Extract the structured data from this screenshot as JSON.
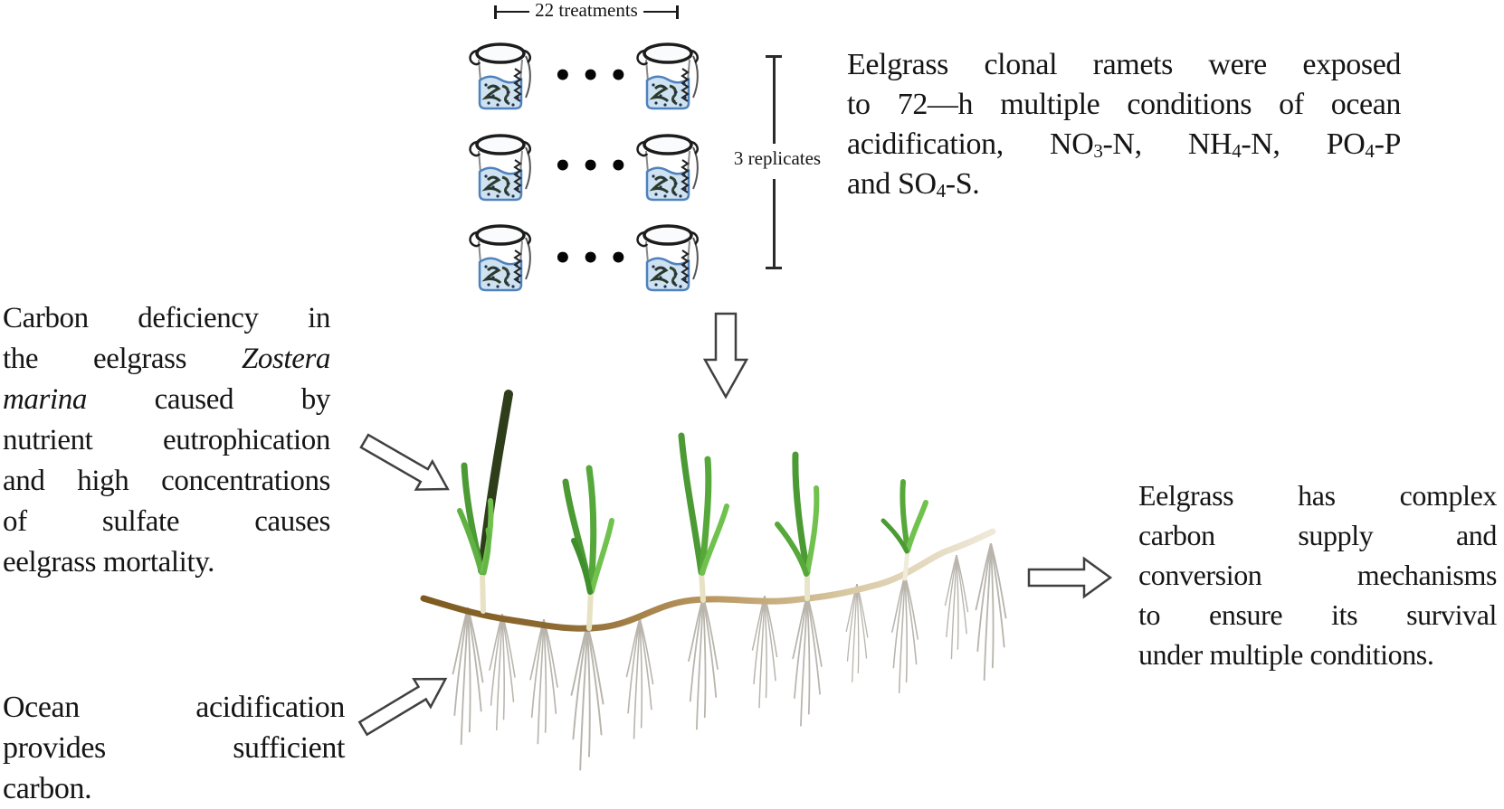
{
  "figure": {
    "treatments_label": "22 treatments",
    "replicates_label": "3 replicates",
    "beaker_ellipsis": "•••",
    "beaker_rows": 3,
    "beaker_cols_shown": 2
  },
  "texts": {
    "top_right": {
      "lines": [
        "Eelgrass clonal ramets were exposed",
        "to 72—h multiple conditions of ocean",
        [
          {
            "t": "acidification, NO"
          },
          {
            "sub": "3"
          },
          {
            "t": "-N, NH"
          },
          {
            "sub": "4"
          },
          {
            "t": "-N, PO"
          },
          {
            "sub": "4"
          },
          {
            "t": "-P"
          }
        ],
        [
          {
            "t": "and SO"
          },
          {
            "sub": "4"
          },
          {
            "t": "-S."
          }
        ]
      ]
    },
    "left_main": {
      "lines": [
        "Carbon deficiency in",
        [
          {
            "t": "the eelgrass "
          },
          {
            "i": "Zostera"
          }
        ],
        [
          {
            "i": "marina"
          },
          {
            "t": " caused by"
          }
        ],
        "nutrient eutrophication",
        "and high concentrations",
        "of sulfate causes",
        "eelgrass mortality."
      ]
    },
    "left_bottom": {
      "lines": [
        "Ocean acidification",
        "provides sufficient",
        "carbon."
      ]
    },
    "right_result": {
      "lines": [
        "Eelgrass has complex",
        "carbon supply and",
        "conversion mechanisms",
        "to ensure its survival",
        "under multiple conditions."
      ]
    }
  },
  "colors": {
    "background": "#ffffff",
    "text": "#151515",
    "arrow_outline": "#404040",
    "beaker_rim": "#1c1c1c",
    "beaker_water": "#cfe2f2",
    "beaker_water_border": "#4f81bd",
    "leaf_green": "#4b9a33",
    "leaf_dark": "#2e3d1a",
    "rhizome_brown": "#8f6c33",
    "rhizome_pale": "#efe9da",
    "root_grey": "#b9b5ad"
  }
}
